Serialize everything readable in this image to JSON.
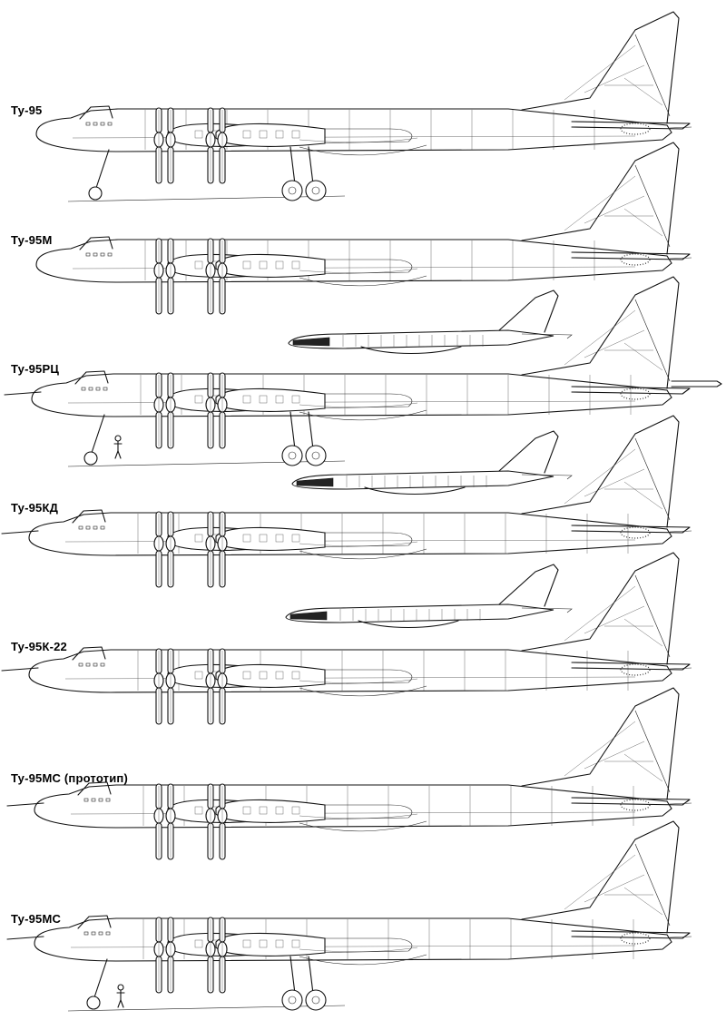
{
  "variants": [
    {
      "label": "Ту-95",
      "gear": true,
      "probe": false,
      "stingerMissile": false,
      "inset": false
    },
    {
      "label": "Ту-95М",
      "gear": false,
      "probe": false,
      "stingerMissile": false,
      "inset": false
    },
    {
      "label": "Ту-95РЦ",
      "gear": true,
      "probe": true,
      "stingerMissile": true,
      "inset": true
    },
    {
      "label": "Ту-95КД",
      "gear": false,
      "probe": true,
      "stingerMissile": false,
      "inset": true
    },
    {
      "label": "Ту-95К-22",
      "gear": false,
      "probe": true,
      "stingerMissile": false,
      "inset": true
    },
    {
      "label": "Ту-95МС (прототип)",
      "gear": false,
      "probe": true,
      "stingerMissile": false,
      "inset": false
    },
    {
      "label": "Ту-95МС",
      "gear": true,
      "probe": true,
      "stingerMissile": false,
      "inset": false
    }
  ]
}
